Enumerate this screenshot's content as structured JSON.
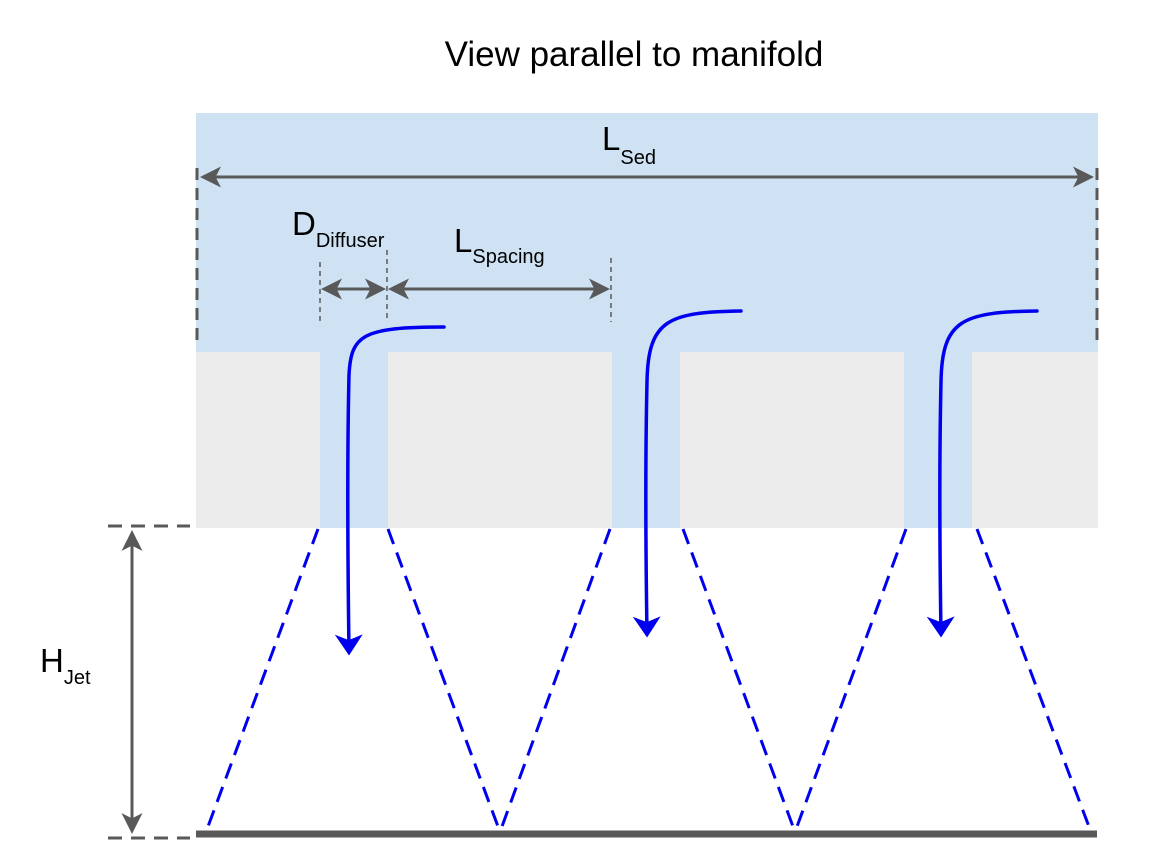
{
  "title": "View parallel to manifold",
  "labels": {
    "l_sed": {
      "main": "L",
      "sub": "Sed"
    },
    "d_diffuser": {
      "main": "D",
      "sub": "Diffuser"
    },
    "l_spacing": {
      "main": "L",
      "sub": "Spacing"
    },
    "h_jet": {
      "main": "H",
      "sub": "Jet"
    }
  },
  "colors": {
    "water": "#cfe2f3",
    "manifold": "#ececec",
    "jet": "#0000ee",
    "dimension": "#595959",
    "floor": "#595959"
  }
}
